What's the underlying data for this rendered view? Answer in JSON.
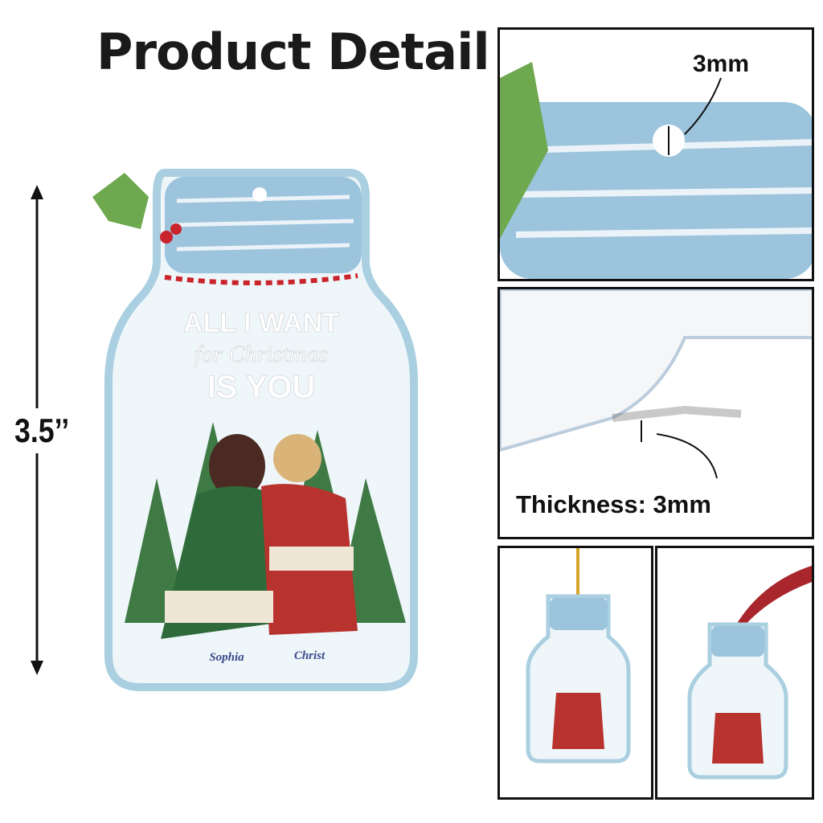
{
  "title": "Product Detail",
  "dimension": {
    "height_label": "3.5’’"
  },
  "ornament": {
    "lettering": [
      "ALL I WANT",
      "for Christmas",
      "IS YOU"
    ],
    "names": [
      "Sophia",
      "Christ"
    ]
  },
  "panels": {
    "hole": {
      "label": "3mm"
    },
    "thickness": {
      "label": "Thickness: 3mm"
    }
  },
  "colors": {
    "jar_edge": "#a9cfe0",
    "jar_fill": "#eef6fa",
    "lid": "#8fbad6",
    "sweater_red": "#b8322e",
    "sweater_green": "#2f6b3a",
    "name_text": "#3a4a8a"
  }
}
